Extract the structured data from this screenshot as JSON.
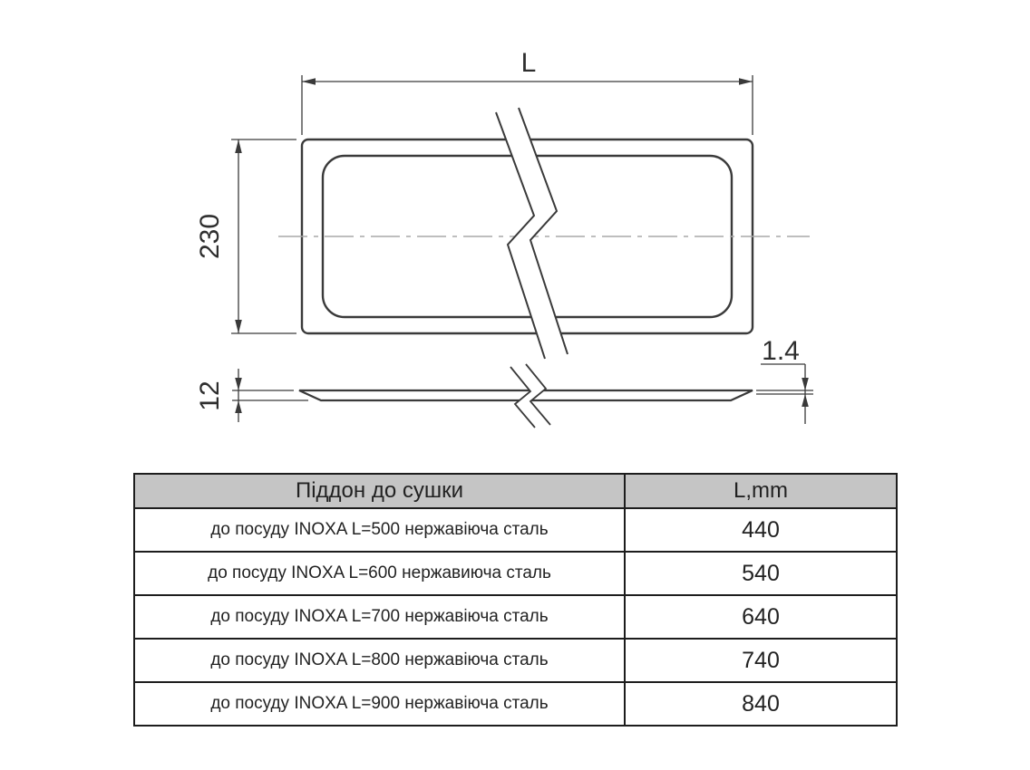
{
  "drawing": {
    "top_view": {
      "length_label": "L",
      "height_label": "230"
    },
    "side_view": {
      "height_label": "12",
      "thickness_label": "1.4"
    },
    "colors": {
      "object_line": "#3a3a3a",
      "center_line": "#a8a8a8",
      "table_border": "#1d1d1d",
      "table_header_bg": "#c5c5c5"
    }
  },
  "table": {
    "headers": [
      "Піддон до сушки",
      "L,mm"
    ],
    "rows": [
      {
        "name": "до посуду INOXA L=500 нержавіюча сталь",
        "l_mm": "440"
      },
      {
        "name": "до посуду INOXA L=600 нержавиюча сталь",
        "l_mm": "540"
      },
      {
        "name": "до посуду INOXA L=700 нержавіюча сталь",
        "l_mm": "640"
      },
      {
        "name": "до посуду INOXA L=800 нержавіюча сталь",
        "l_mm": "740"
      },
      {
        "name": "до посуду INOXA L=900 нержавіюча сталь",
        "l_mm": "840"
      }
    ]
  }
}
